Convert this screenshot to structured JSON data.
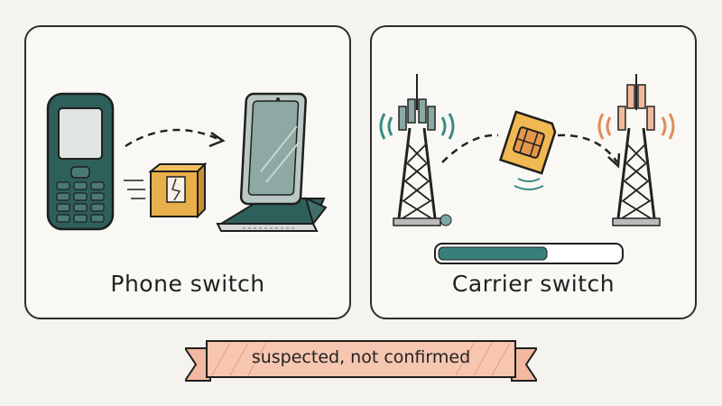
{
  "panels": {
    "phone": {
      "label": "Phone switch",
      "icons": [
        "feature-phone-icon",
        "package-box-icon",
        "foldable-phone-icon"
      ]
    },
    "carrier": {
      "label": "Carrier switch",
      "icons": [
        "cell-tower-icon",
        "sim-card-icon",
        "progress-bar"
      ],
      "progress": 0.6
    }
  },
  "banner": {
    "text": "suspected, not confirmed"
  },
  "colors": {
    "teal": "#2f5f5a",
    "screen": "#dfe6e3",
    "box": "#e8b04a",
    "tower_left_accent": "#3a8a84",
    "tower_right_accent": "#e08a5c",
    "banner_fill": "#f2b9a0"
  }
}
